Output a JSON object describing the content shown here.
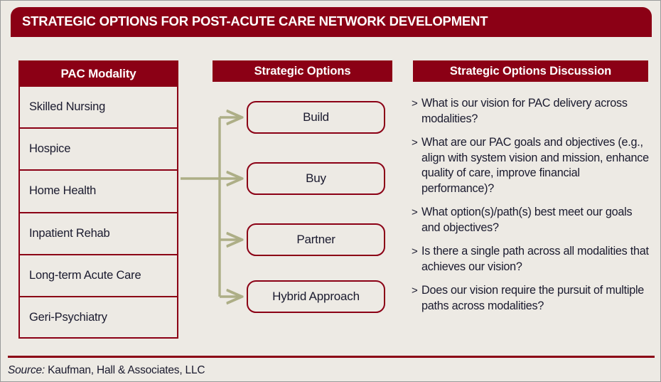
{
  "title": "STRATEGIC OPTIONS FOR POST-ACUTE CARE NETWORK DEVELOPMENT",
  "colors": {
    "brand_red": "#8B0015",
    "page_background": "#EDEAE4",
    "connector_olive": "#ADAE86",
    "text_dark": "#1A1A2E",
    "header_text": "#FFFFFF"
  },
  "modality_table": {
    "header": "PAC Modality",
    "rows": [
      {
        "label": "Skilled Nursing"
      },
      {
        "label": "Hospice"
      },
      {
        "label": "Home Health"
      },
      {
        "label": "Inpatient Rehab"
      },
      {
        "label": "Long-term Acute Care"
      },
      {
        "label": "Geri-Psychiatry"
      }
    ]
  },
  "strategic_options": {
    "header": "Strategic Options",
    "options": [
      {
        "label": "Build"
      },
      {
        "label": "Buy"
      },
      {
        "label": "Partner"
      },
      {
        "label": "Hybrid Approach"
      }
    ]
  },
  "discussion": {
    "header": "Strategic Options Discussion",
    "bullet_marker": ">",
    "items": [
      {
        "text": "What is our vision for PAC delivery across modalities?"
      },
      {
        "text": "What are our PAC goals and objectives (e.g., align with system vision and mission, enhance quality of care, improve financial performance)?"
      },
      {
        "text": "What option(s)/path(s) best meet our goals and objectives?"
      },
      {
        "text": "Is there a single path across all modalities that achieves our vision?"
      },
      {
        "text": "Does our vision require the pursuit of multiple paths across modalities?"
      }
    ]
  },
  "footer": {
    "source_label": "Source:",
    "source_value": "Kaufman, Hall & Associates, LLC"
  }
}
